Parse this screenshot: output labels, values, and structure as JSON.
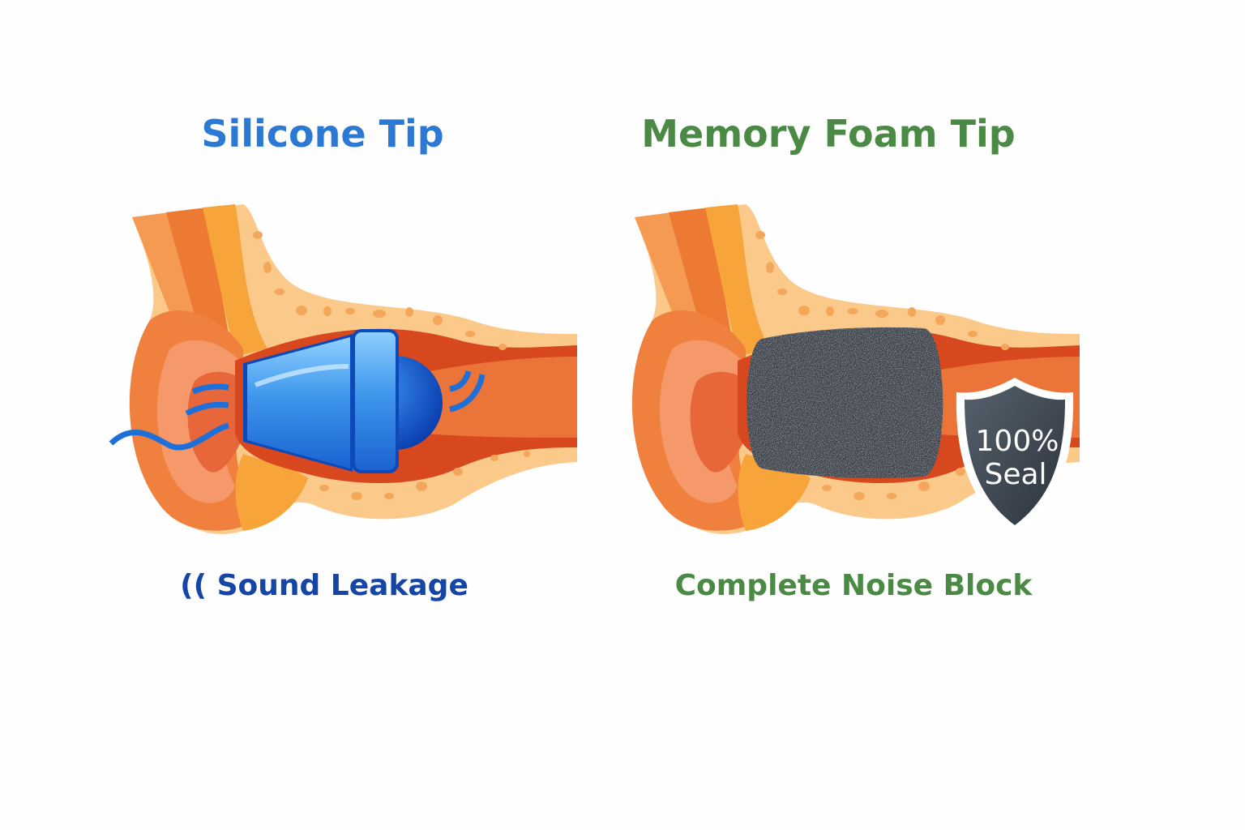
{
  "left_panel": {
    "title": "Silicone Tip",
    "caption_icon": "((",
    "caption": "Sound Leakage",
    "title_color": "#2b79d4",
    "caption_color": "#1546a6"
  },
  "right_panel": {
    "title": "Memory Foam Tip",
    "caption": "Complete Noise Block",
    "title_color": "#4a8a45",
    "caption_color": "#4a8a45",
    "shield": {
      "line1": "100%",
      "line2": "Seal"
    }
  }
}
